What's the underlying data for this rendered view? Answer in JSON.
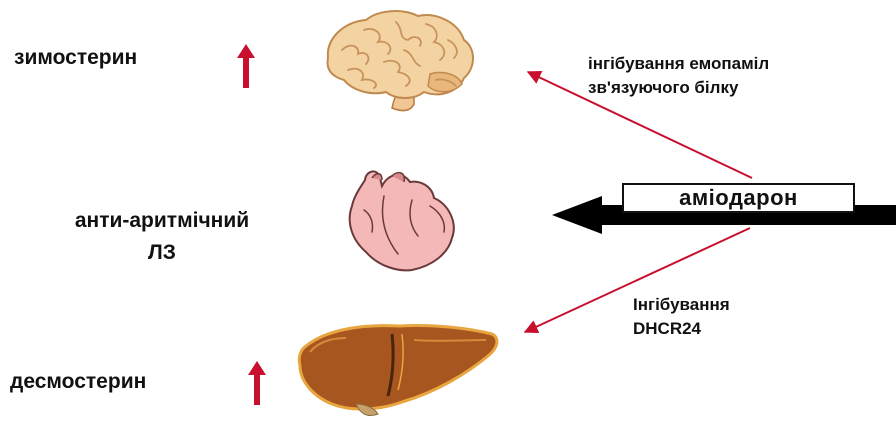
{
  "labels": {
    "zymosterol": "зимостерин",
    "antiarrhythmic_line1": "анти-аритмічний",
    "antiarrhythmic_line2": "ЛЗ",
    "desmosterol": "десмостерин"
  },
  "annotations": {
    "emopamil_line1": "інгібування емопаміл",
    "emopamil_line2": "зв'язуючого білку",
    "dhcr_line1": "Інгібування",
    "dhcr_line2": "DHCR24"
  },
  "drug": {
    "name": "аміодарон"
  },
  "icons": {
    "organ_top": "brain-icon",
    "organ_middle": "heart-icon",
    "organ_bottom": "liver-icon",
    "increase": "up-arrow-icon"
  },
  "colors": {
    "accent_red": "#c8102e",
    "arrow_black": "#000000",
    "brain_fill": "#f4d3a3",
    "heart_fill": "#f4b8b8",
    "liver_fill": "#a8561f"
  }
}
